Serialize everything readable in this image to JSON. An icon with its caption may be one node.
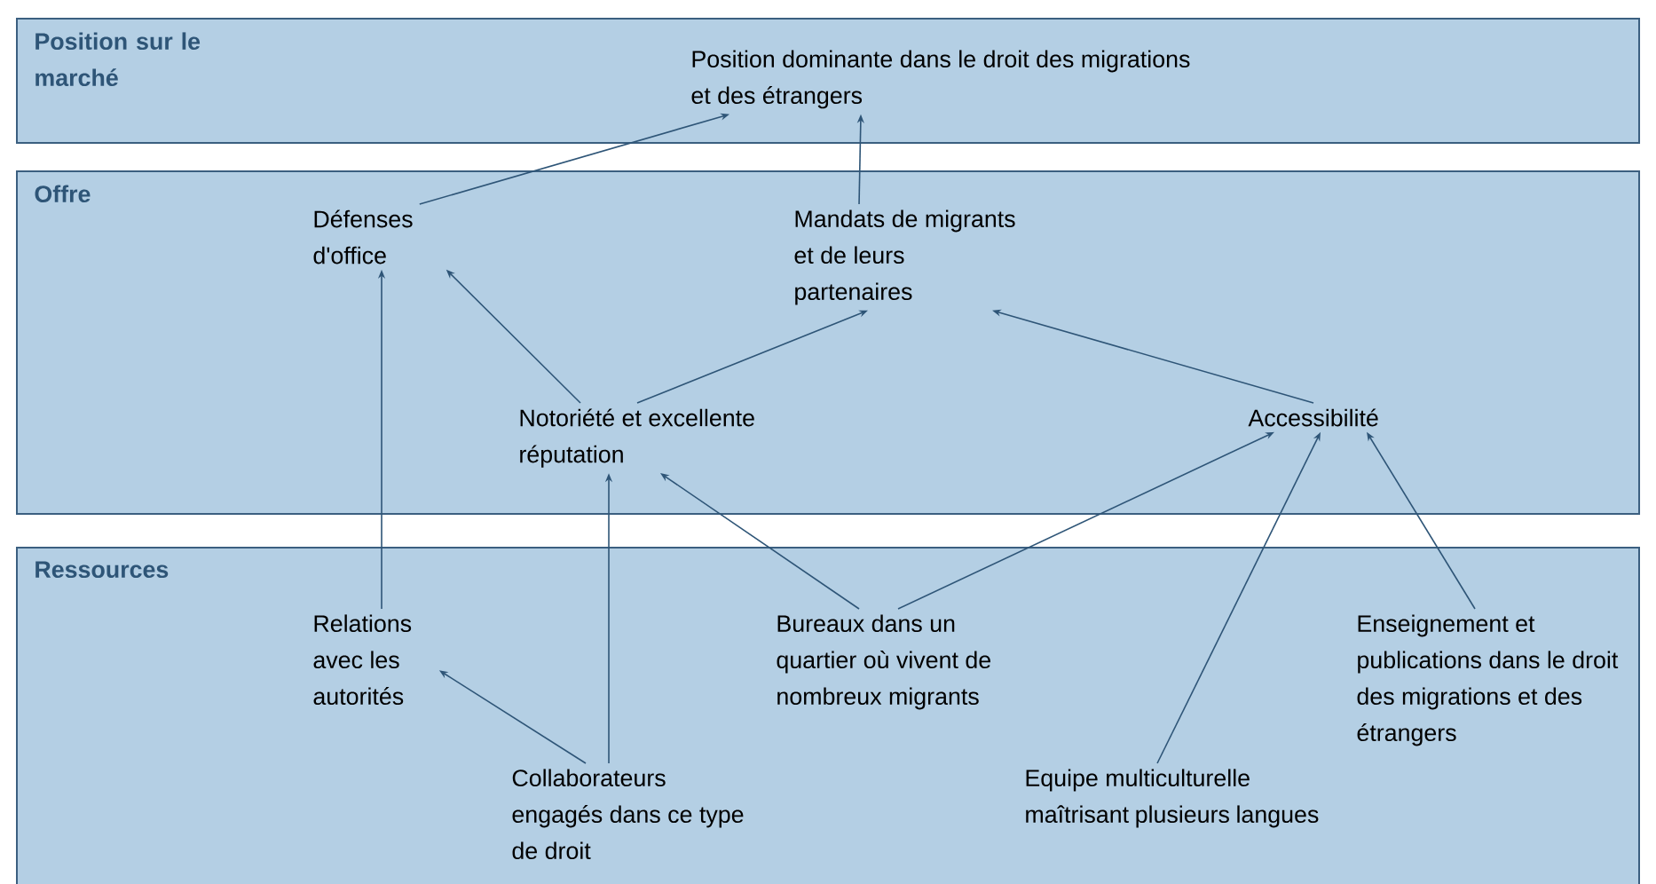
{
  "diagram": {
    "nodes": [
      {
        "text": [
          "Position sur le marché"
        ]
      },
      {
        "text": [
          "Position dominante dans le droit des migrations et des étrangers"
        ],
        "in": 0
      },
      {
        "text": [
          "Offre"
        ]
      },
      {
        "text": [
          "Défenses d'office"
        ],
        "in": 2
      },
      {
        "text": [
          "Mandats de migrants et de leurs partenaires"
        ],
        "in": 2
      },
      {
        "text": [
          "Notoriété et excellente réputation"
        ],
        "in": 2
      },
      {
        "text": [
          "Accessibilité"
        ],
        "in": 2
      },
      {
        "text": [
          "Ressources"
        ]
      },
      {
        "text": [
          "Relations avec les autorités"
        ],
        "in": 7
      },
      {
        "text": [
          "Bureaux dans un quartier où vivent de nombreux migrants"
        ],
        "in": 7
      },
      {
        "text": [
          "Enseignement et publications dans le droit des migrations et des étrangers"
        ],
        "in": 7
      },
      {
        "text": [
          "Collaborateurs engagés dans ce type de droit"
        ],
        "in": 7
      },
      {
        "text": [
          "Equipe multiculturelle maîtrisant plusieurs langues"
        ],
        "in": 7
      }
    ],
    "edges": [
      {
        "from": 3,
        "to": 1,
        "arrow": "to"
      },
      {
        "from": 4,
        "to": 1,
        "arrow": "to"
      },
      {
        "from": 5,
        "to": 3,
        "arrow": "to"
      },
      {
        "from": 5,
        "to": 4,
        "arrow": "to"
      },
      {
        "from": 6,
        "to": 4,
        "arrow": "to"
      },
      {
        "from": 8,
        "to": 3,
        "arrow": "to"
      },
      {
        "from": 11,
        "to": 8,
        "arrow": "to"
      },
      {
        "from": 11,
        "to": 5,
        "arrow": "to"
      },
      {
        "from": 9,
        "to": 5,
        "arrow": "to"
      },
      {
        "from": 9,
        "to": 6,
        "arrow": "to"
      },
      {
        "from": 12,
        "to": 6,
        "arrow": "to"
      },
      {
        "from": 10,
        "to": 6,
        "arrow": "to"
      }
    ]
  }
}
